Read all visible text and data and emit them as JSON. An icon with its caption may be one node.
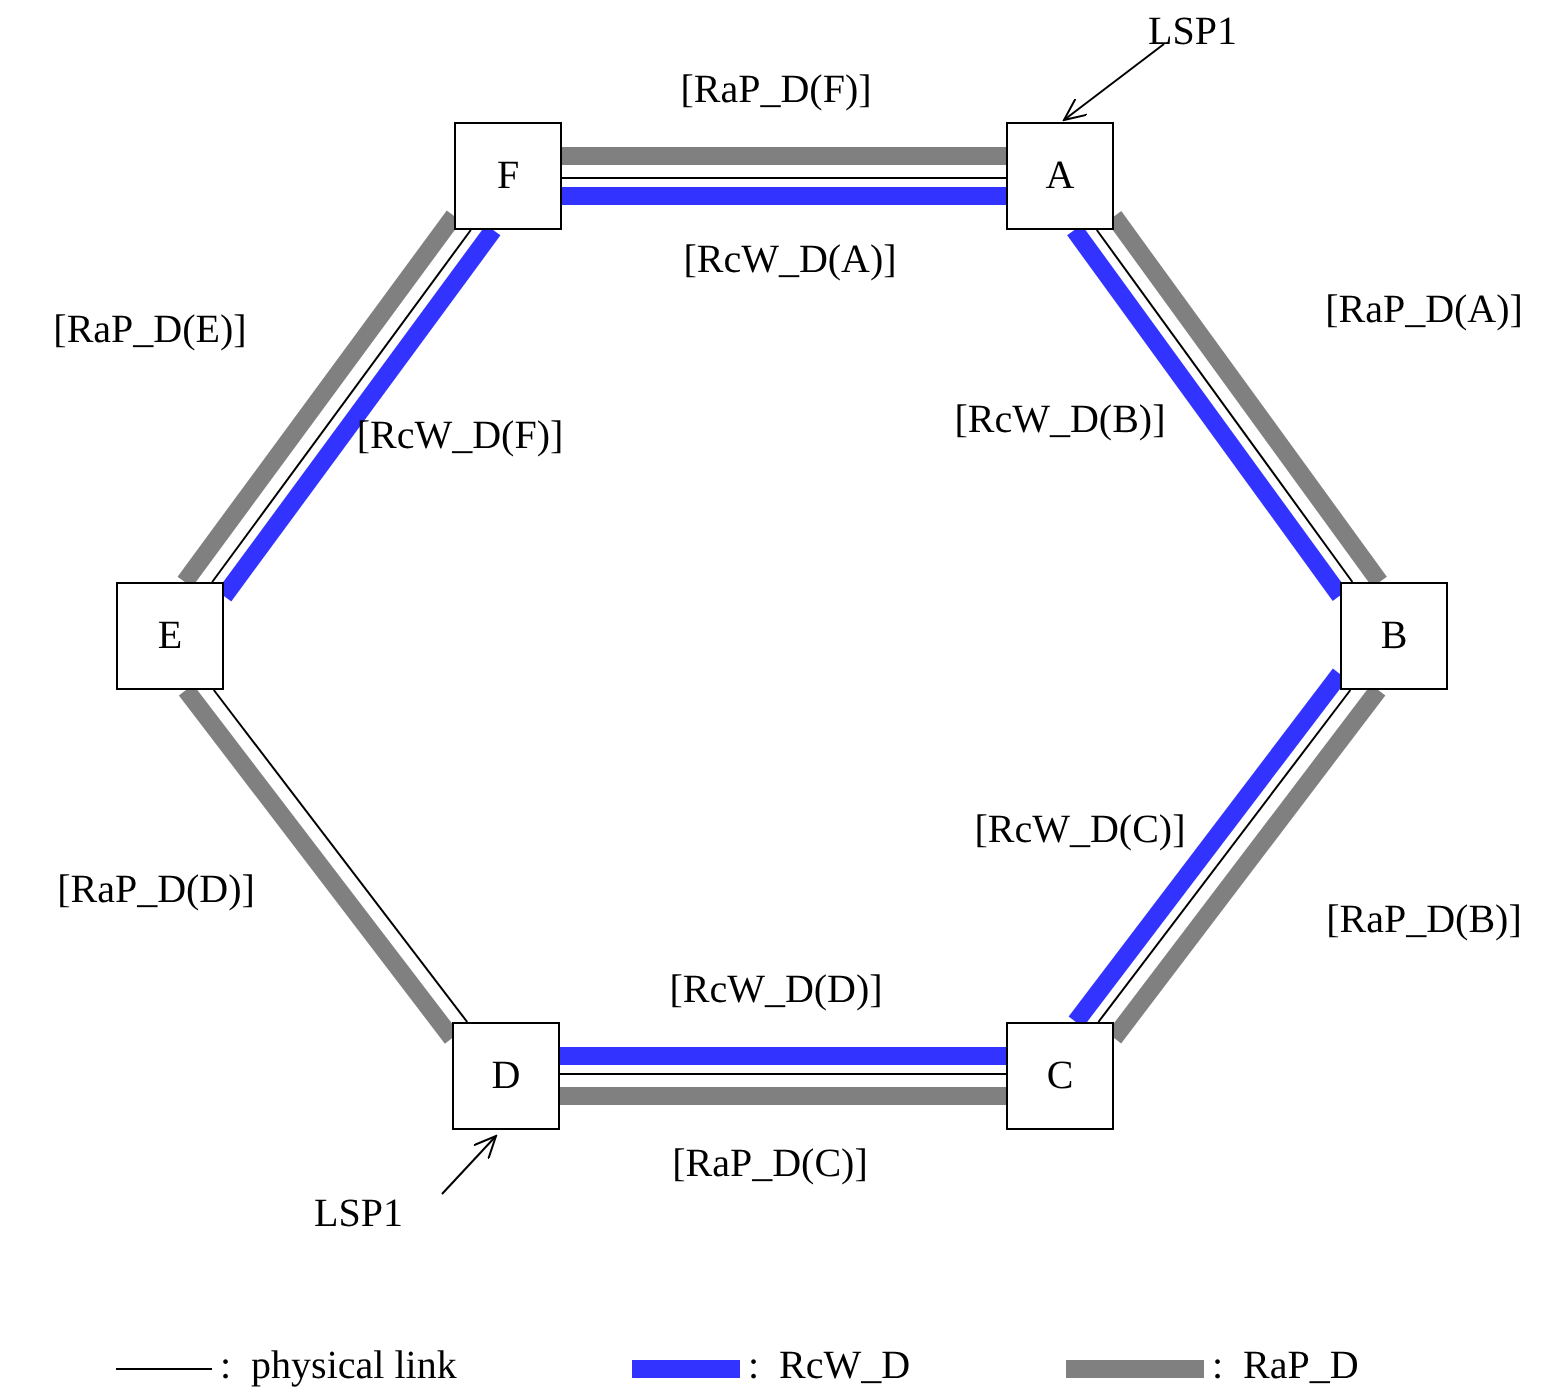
{
  "diagram": {
    "nodes": [
      {
        "text": [
          "F"
        ]
      },
      {
        "text": [
          "A"
        ]
      },
      {
        "text": [
          "B"
        ]
      },
      {
        "text": [
          "C"
        ]
      },
      {
        "text": [
          "D"
        ]
      },
      {
        "text": [
          "E"
        ]
      },
      {
        "text": [
          "LSP1"
        ]
      },
      {
        "text": [
          "LSP1"
        ]
      }
    ],
    "edges": [
      {
        "from": 0,
        "to": 1,
        "arrow": "none"
      },
      {
        "from": 0,
        "to": 1,
        "arrow": "none",
        "color": "#3333ff",
        "label": "[RcW_D(A)]"
      },
      {
        "from": 0,
        "to": 1,
        "arrow": "none",
        "color": "#808080",
        "label": "[RaP_D(F)]"
      },
      {
        "from": 1,
        "to": 2,
        "arrow": "none"
      },
      {
        "from": 1,
        "to": 2,
        "arrow": "none",
        "color": "#3333ff",
        "label": "[RcW_D(B)]"
      },
      {
        "from": 1,
        "to": 2,
        "arrow": "none",
        "color": "#808080",
        "label": "[RaP_D(A)]"
      },
      {
        "from": 2,
        "to": 3,
        "arrow": "none"
      },
      {
        "from": 2,
        "to": 3,
        "arrow": "none",
        "color": "#3333ff",
        "label": "[RcW_D(C)]"
      },
      {
        "from": 2,
        "to": 3,
        "arrow": "none",
        "color": "#808080",
        "label": "[RaP_D(B)]"
      },
      {
        "from": 3,
        "to": 4,
        "arrow": "none"
      },
      {
        "from": 3,
        "to": 4,
        "arrow": "none",
        "color": "#3333ff",
        "label": "[RcW_D(D)]"
      },
      {
        "from": 3,
        "to": 4,
        "arrow": "none",
        "color": "#808080",
        "label": "[RaP_D(C)]"
      },
      {
        "from": 4,
        "to": 5,
        "arrow": "none"
      },
      {
        "from": 4,
        "to": 5,
        "arrow": "none",
        "color": "#808080",
        "label": "[RaP_D(D)]"
      },
      {
        "from": 5,
        "to": 0,
        "arrow": "none"
      },
      {
        "from": 5,
        "to": 0,
        "arrow": "none",
        "color": "#3333ff",
        "label": "[RcW_D(F)]"
      },
      {
        "from": 5,
        "to": 0,
        "arrow": "none",
        "color": "#808080",
        "label": "[RaP_D(E)]"
      },
      {
        "from": 6,
        "to": 1,
        "arrow": "to"
      },
      {
        "from": 7,
        "to": 4,
        "arrow": "to"
      }
    ],
    "legend": [
      {
        "text": ":  physical link"
      },
      {
        "text": ":  RcW_D",
        "color": "#3333ff"
      },
      {
        "text": ":  RaP_D",
        "color": "#808080"
      }
    ]
  }
}
